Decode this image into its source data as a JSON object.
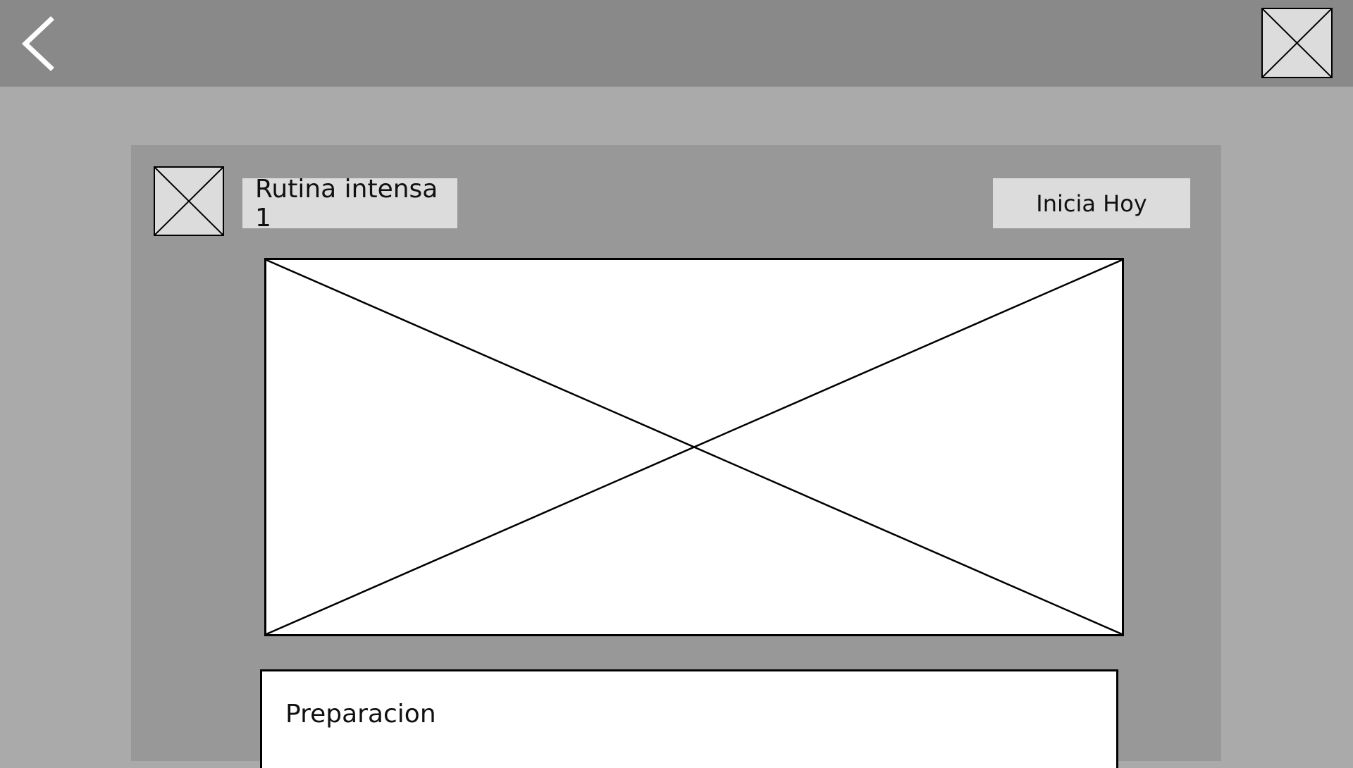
{
  "header": {
    "back_icon": "chevron-left-icon",
    "right_placeholder": "image-placeholder"
  },
  "routine": {
    "title": "Rutina intensa 1",
    "start_label": "Inicia Hoy"
  },
  "sections": [
    {
      "title": "Preparacion"
    }
  ],
  "colors": {
    "topbar": "#898989",
    "background": "#aaaaaa",
    "card": "#989898",
    "chip": "#dcdcdc"
  }
}
